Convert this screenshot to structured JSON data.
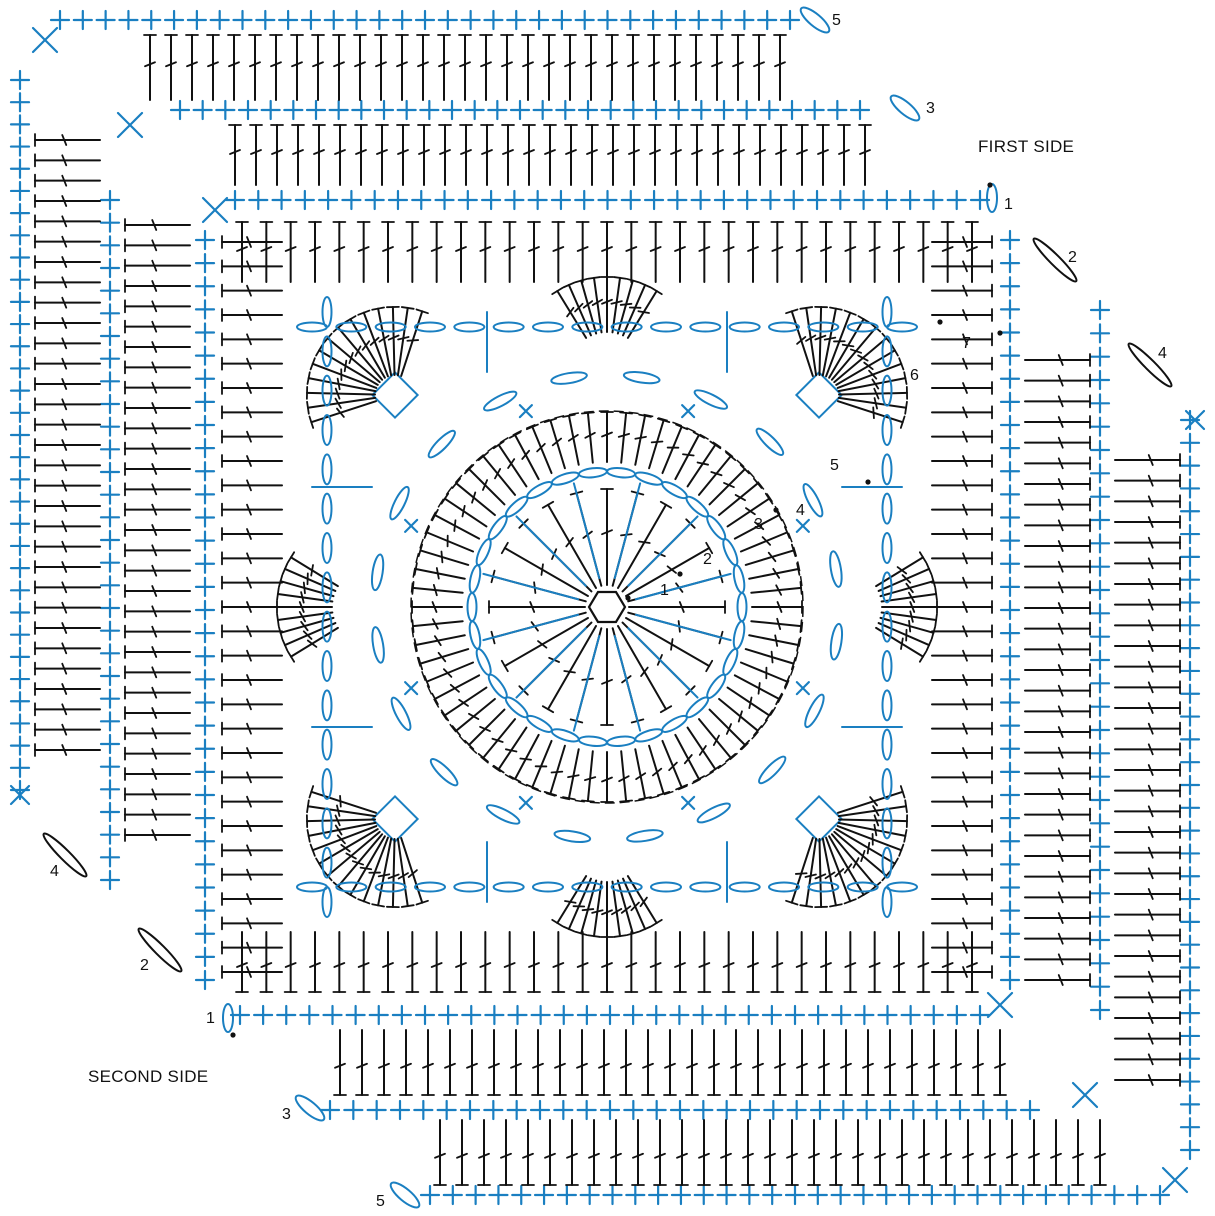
{
  "diagram": {
    "labels": {
      "first_side": "FIRST SIDE",
      "second_side": "SECOND SIDE"
    },
    "round_numbers": {
      "r1": "1",
      "r2": "2",
      "r3": "3",
      "r4": "4",
      "r5": "5",
      "r6": "6",
      "r7": "7",
      "fs1": "1",
      "fs2": "2",
      "fs3": "3",
      "fs4": "4",
      "fs5": "5",
      "ss1": "1",
      "ss2": "2",
      "ss3": "3",
      "ss4": "4",
      "ss5": "5"
    },
    "colors": {
      "black_rounds": "#111111",
      "blue_rounds": "#1a7fc1"
    }
  }
}
